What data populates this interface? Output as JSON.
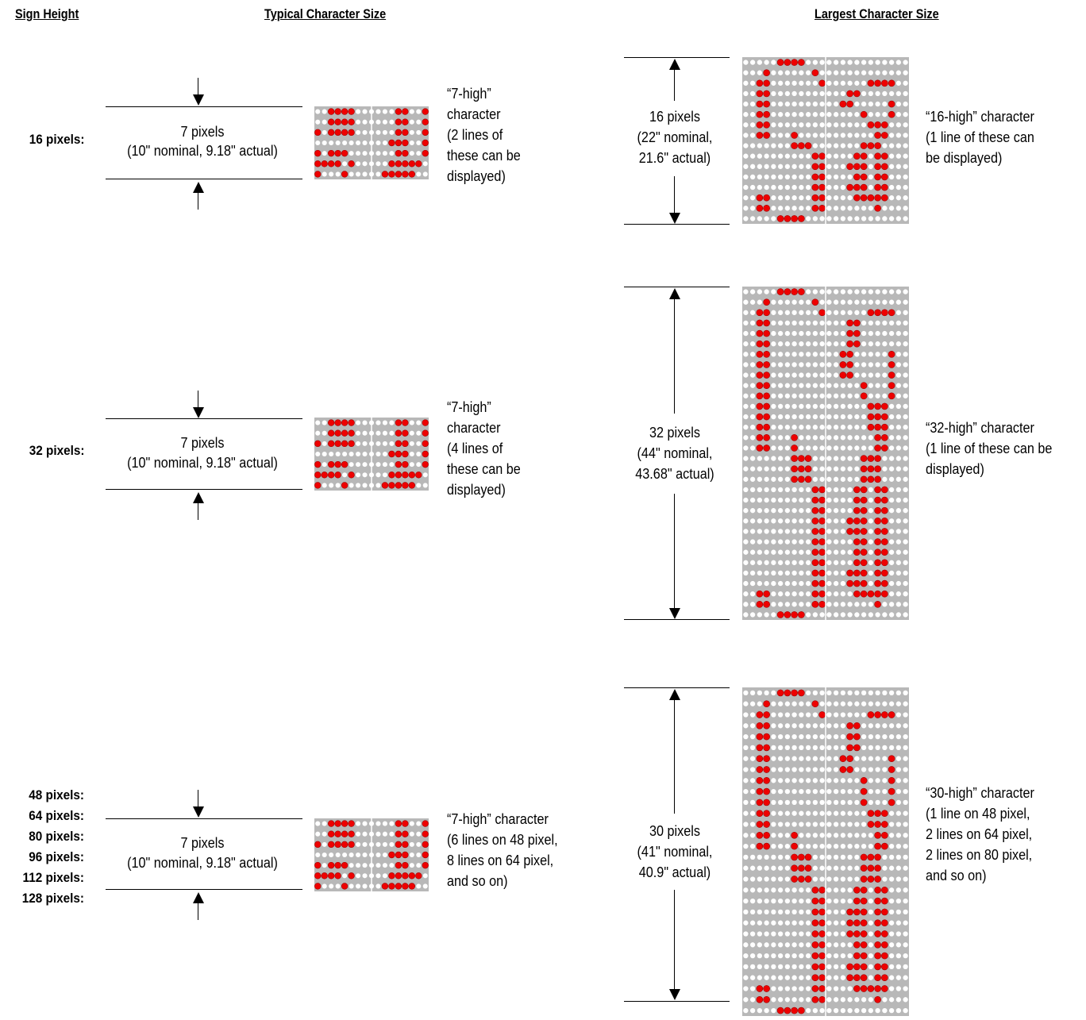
{
  "headers": {
    "sign_height": "Sign Height",
    "typical": "Typical Character Size",
    "largest": "Largest Character Size"
  },
  "rows": [
    {
      "sign_labels": [
        "16 pixels:"
      ],
      "typical": {
        "dim_line1": "7 pixels",
        "dim_line2": "(10\" nominal, 9.18\" actual)",
        "desc": [
          "“7-high”",
          "character",
          "(2 lines of",
          "these can be",
          "displayed)"
        ]
      },
      "largest": {
        "dim_lines": [
          "16 pixels",
          "(22\" nominal,",
          "21.6\" actual)"
        ],
        "desc": [
          "“16-high” character",
          "(1 line of these can",
          "be displayed)"
        ]
      }
    },
    {
      "sign_labels": [
        "32 pixels:"
      ],
      "typical": {
        "dim_line1": "7 pixels",
        "dim_line2": "(10\" nominal, 9.18\" actual)",
        "desc": [
          "“7-high”",
          "character",
          "(4 lines of",
          "these can be",
          "displayed)"
        ]
      },
      "largest": {
        "dim_lines": [
          "32 pixels",
          "(44\" nominal,",
          "43.68\" actual)"
        ],
        "desc": [
          "“32-high” character",
          "(1 line of these can be",
          "displayed)"
        ]
      }
    },
    {
      "sign_labels": [
        "48 pixels:",
        "64 pixels:",
        "80 pixels:",
        "96 pixels:",
        "112 pixels:",
        "128 pixels:"
      ],
      "typical": {
        "dim_line1": "7 pixels",
        "dim_line2": "(10\" nominal, 9.18\" actual)",
        "desc": [
          "“7-high” character",
          "(6 lines on 48 pixel,",
          "8 lines on 64 pixel,",
          "and so on)"
        ]
      },
      "largest": {
        "dim_lines": [
          "30 pixels",
          "(41\" nominal,",
          "40.9\" actual)"
        ],
        "desc": [
          "“30-high” character",
          "(1 line on 48 pixel,",
          "2 lines on 64 pixel,",
          "2 lines on 80 pixel,",
          "and so on)"
        ]
      }
    }
  ],
  "colors": {
    "led_on": "#ee0000",
    "led_off": "#ffffff",
    "panel_bg": "#b8b8b8"
  },
  "led_patterns": {
    "typical_7": [
      "..0000......00..0",
      "..0000......00..0",
      "0.0000......00..0",
      "...........000..0",
      "0.000.......00..0",
      "0000.0.....00000.",
      "0...0.....00000.."
    ],
    "large_16": [
      ".....0000...............",
      "...0......0.............",
      "..00.......0......0000..",
      "..00...........00.......",
      "..00..........00.....0..",
      "..00.............0...0..",
      "..00..............000...",
      "..00...0...........00...",
      ".......000.......000....",
      "..........00....00.00...",
      "..........00...000.00...",
      "..........00....00.00...",
      "..........00...000.00...",
      "..00......00....00000...",
      "..00......00.......0....",
      ".....0000..............."
    ]
  }
}
